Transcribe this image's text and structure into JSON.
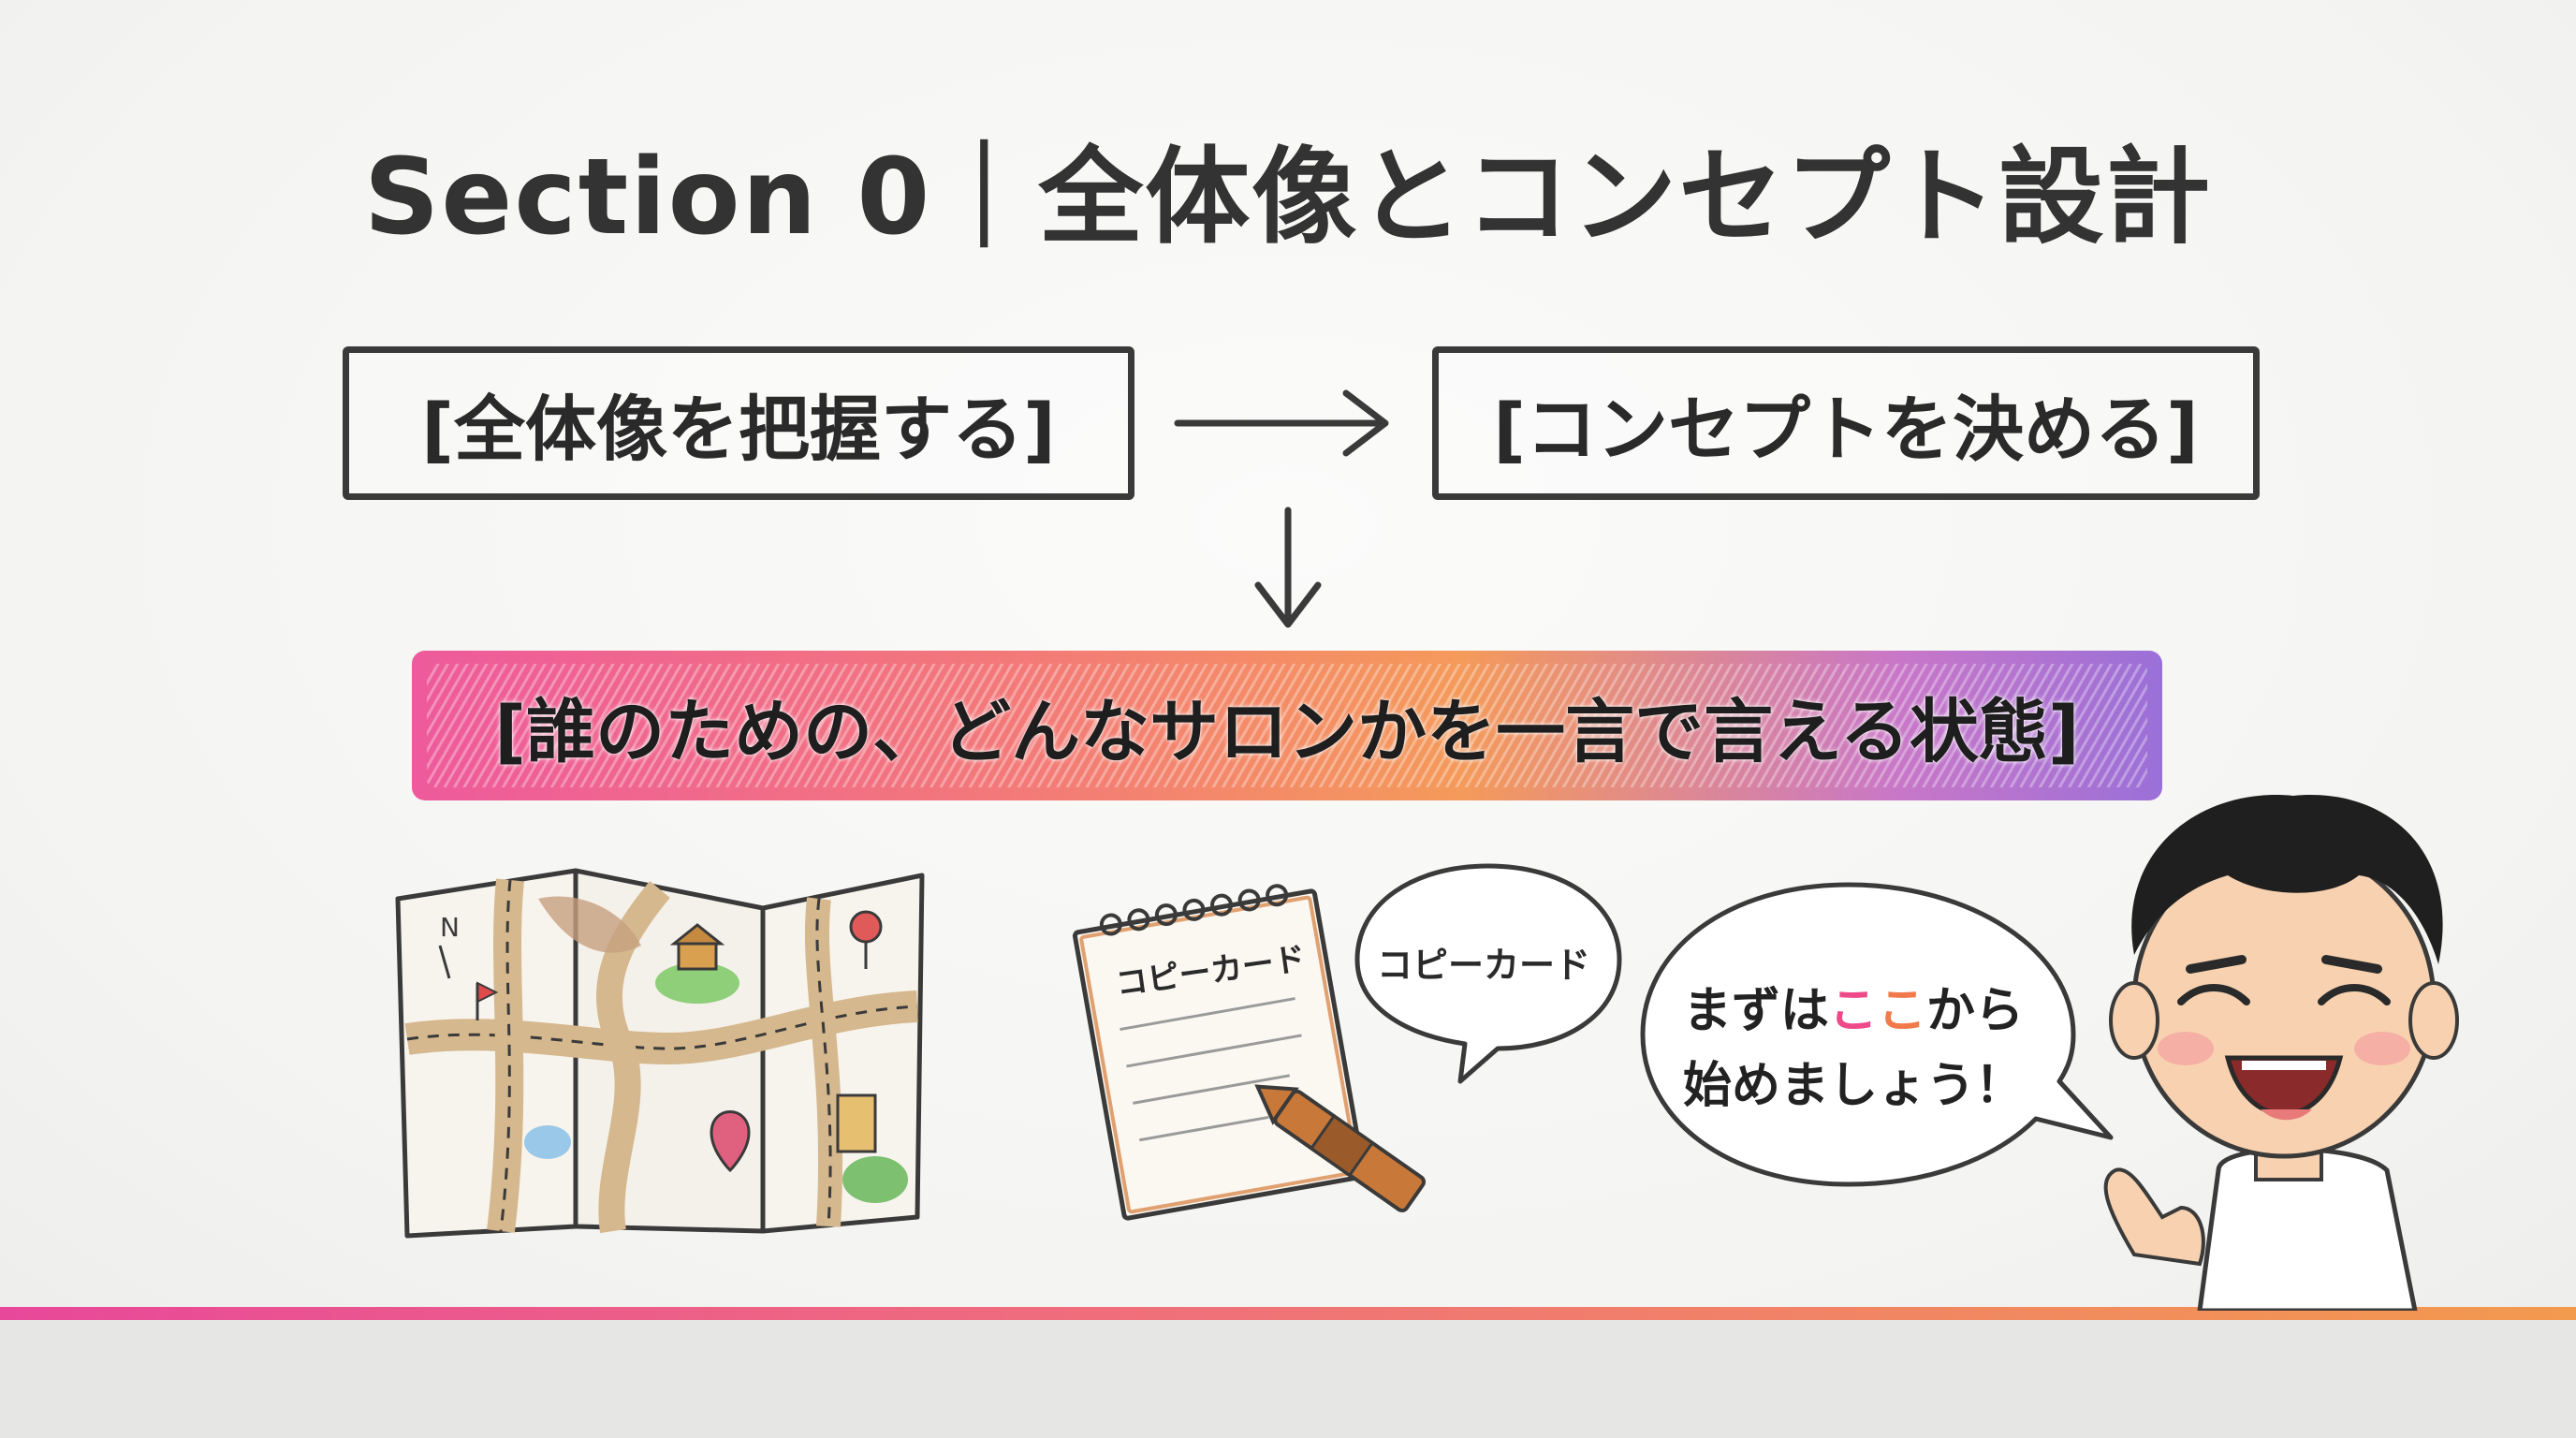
{
  "title": "Section 0｜全体像とコンセプト設計",
  "flow": {
    "step1": "[全体像を把握する]",
    "step2": "[コンセプトを決める]",
    "result": "[誰のための、どんなサロンかを一言で言える状態]"
  },
  "notebook": {
    "label": "コピーカード"
  },
  "small_bubble": {
    "text": "コピーカード"
  },
  "character_bubble": {
    "line1_prefix": "まずは",
    "line1_highlight_a": "こ",
    "line1_highlight_b": "こ",
    "line1_suffix": "から",
    "line2": "始めましょう！"
  },
  "map": {
    "compass": "N"
  },
  "colors": {
    "text": "#333333",
    "accent_pink": "#ee4a8a",
    "accent_orange": "#f27a4a",
    "accent_purple": "#9a70d8"
  }
}
